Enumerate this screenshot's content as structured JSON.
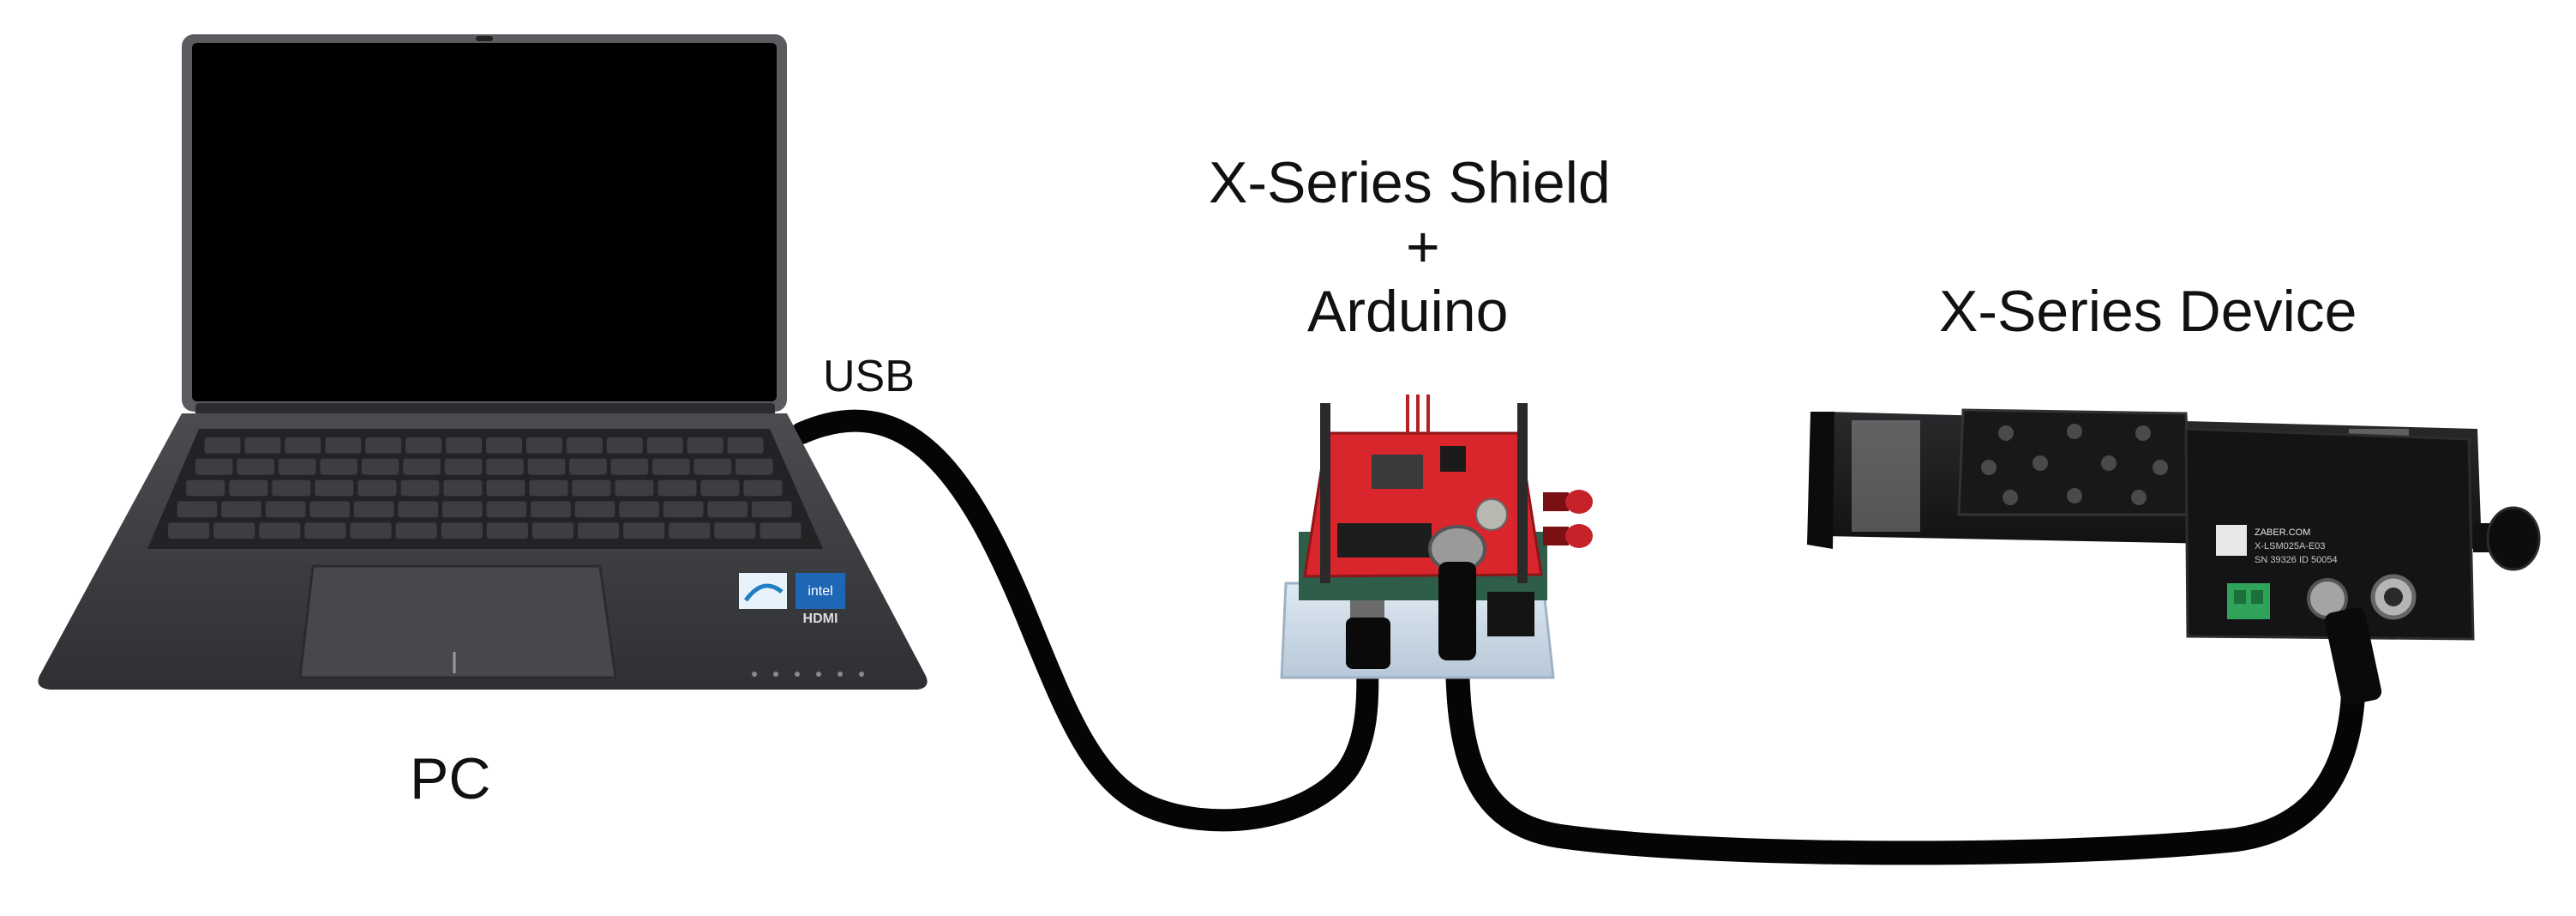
{
  "labels": {
    "pc": "PC",
    "usb": "USB",
    "shield_line1": "X-Series Shield",
    "shield_plus": "+",
    "shield_line3": "Arduino",
    "device": "X-Series Device"
  },
  "device_plate": {
    "brand": "ZABER.COM",
    "model": "X-LSM025A-E03",
    "serial": "SN 39326  ID 50054"
  },
  "laptop_badges": {
    "intel": "intel",
    "hdmi": "HDMI"
  },
  "colors": {
    "cable": "#050505",
    "shield_board": "#d8262c",
    "laptop_body": "#3d3f42",
    "device_body": "#1b1b1d"
  }
}
